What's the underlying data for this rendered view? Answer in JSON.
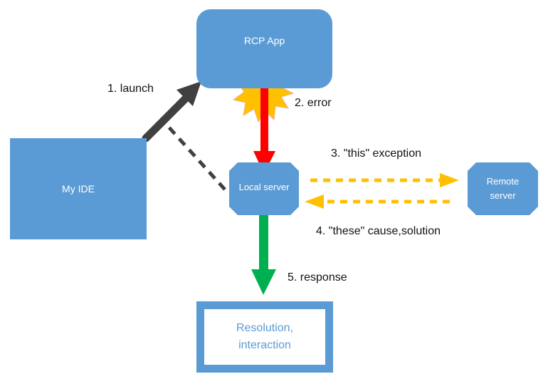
{
  "nodes": {
    "rcp_app": "RCP App",
    "my_ide": "My IDE",
    "local_server": "Local server",
    "remote_server": "Remote\nserver",
    "resolution": "Resolution,\ninteraction"
  },
  "steps": {
    "launch": "1. launch",
    "error": "2. error",
    "exception": "3. \"this\" exception",
    "cause_solution": "4. \"these\" cause,solution",
    "response": "5. response"
  },
  "colors": {
    "node_fill": "#5b9bd5",
    "launch_arrow": "#404040",
    "error_arrow": "#ff0000",
    "exchange_arrows": "#ffc000",
    "response_arrow": "#00b050",
    "burst": "#ffc000"
  }
}
